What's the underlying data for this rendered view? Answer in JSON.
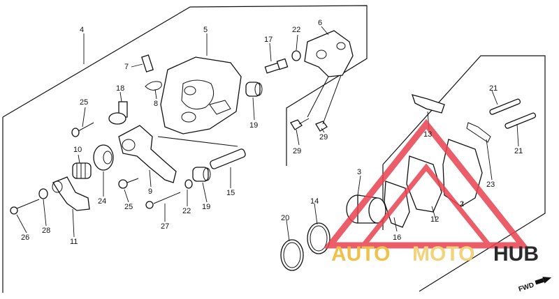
{
  "watermark": {
    "text_auto": "AUTO",
    "text_moto": "MOTO",
    "text_hub": "HUB",
    "color_auto": "#f0c04a",
    "color_moto": "#f2d27a",
    "color_hub": "#2a2a2a",
    "triangle_color": "#e8434f"
  },
  "direction_label": "FWD",
  "callouts": {
    "c2": "2",
    "c3": "3",
    "c4": "4",
    "c5": "5",
    "c6": "6",
    "c7": "7",
    "c8": "8",
    "c9": "9",
    "c10": "10",
    "c11": "11",
    "c12": "12",
    "c13": "13",
    "c14": "14",
    "c15": "15",
    "c16": "16",
    "c17": "17",
    "c18": "18",
    "c19a": "19",
    "c19b": "19",
    "c20": "20",
    "c21a": "21",
    "c21b": "21",
    "c22a": "22",
    "c22b": "22",
    "c23": "23",
    "c24": "24",
    "c25a": "25",
    "c25b": "25",
    "c26": "26",
    "c27": "27",
    "c28": "28",
    "c29a": "29",
    "c29b": "29"
  }
}
